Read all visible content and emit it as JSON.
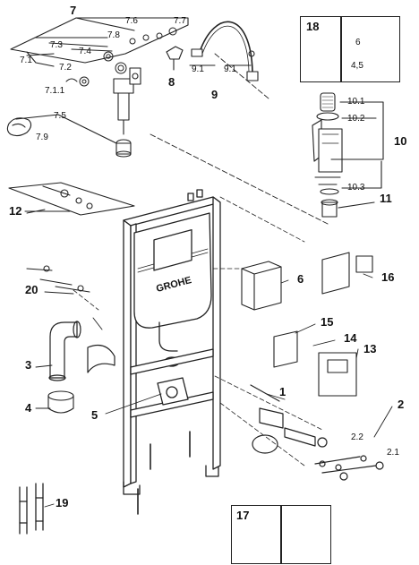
{
  "diagram": {
    "brand": "GROHE",
    "callouts": {
      "c1": "1",
      "c2": "2",
      "c2_1": "2.1",
      "c2_2": "2.2",
      "c3": "3",
      "c4": "4",
      "c5": "5",
      "c6": "6",
      "c7": "7",
      "c7_1": "7.1",
      "c7_1_1": "7.1.1",
      "c7_2": "7.2",
      "c7_3": "7.3",
      "c7_4": "7.4",
      "c7_5": "7.5",
      "c7_6": "7.6",
      "c7_7": "7.7",
      "c7_8": "7.8",
      "c7_9": "7.9",
      "c8": "8",
      "c9": "9",
      "c9_1a": "9.1",
      "c9_1b": "9.1",
      "c10": "10",
      "c10_1": "10.1",
      "c10_2": "10.2",
      "c10_3": "10.3",
      "c11": "11",
      "c12": "12",
      "c13": "13",
      "c14": "14",
      "c15": "15",
      "c16": "16",
      "c17": "17",
      "c18": "18",
      "c19": "19",
      "c20": "20"
    },
    "inset18": {
      "dim_top": "6",
      "dim_bottom": "4,5"
    }
  }
}
